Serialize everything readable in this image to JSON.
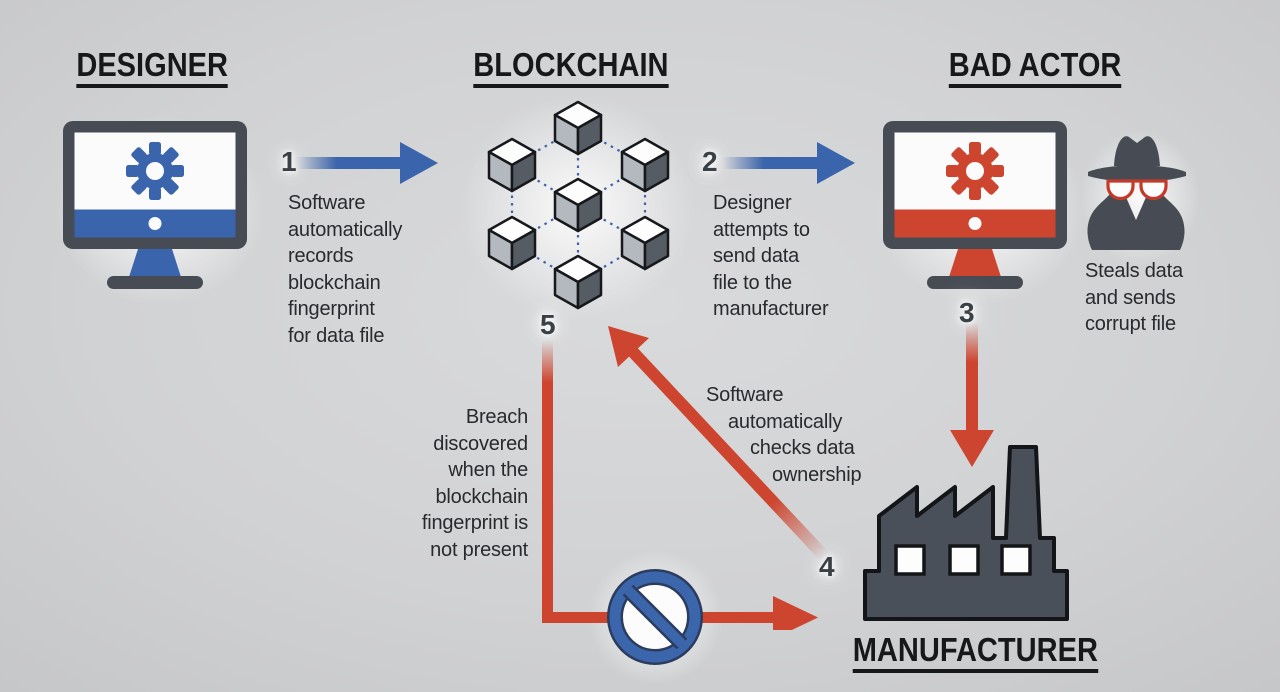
{
  "titles": {
    "designer": "DESIGNER",
    "blockchain": "BLOCKCHAIN",
    "bad_actor": "BAD ACTOR",
    "manufacturer": "MANUFACTURER"
  },
  "steps": {
    "s1": {
      "number": "1",
      "lines": [
        "Software",
        "automatically",
        "records",
        "blockchain",
        "fingerprint",
        "for data file"
      ]
    },
    "s2": {
      "number": "2",
      "lines": [
        "Designer",
        "attempts to",
        "send data",
        "file to the",
        "manufacturer"
      ]
    },
    "s3": {
      "number": "3"
    },
    "s4": {
      "number": "4",
      "lines": [
        "Software",
        "automatically",
        "checks data",
        "ownership"
      ]
    },
    "s5": {
      "number": "5",
      "lines": [
        "Breach",
        "discovered",
        "when the",
        "blockchain",
        "fingerprint is",
        "not present"
      ]
    }
  },
  "captions": {
    "bad_actor": {
      "lines": [
        "Steals data",
        "and sends",
        "corrupt file"
      ]
    }
  },
  "icons": {
    "designer": "computer-monitor-with-gear-icon",
    "blockchain": "cube-network-icon",
    "bad_actor": "computer-monitor-with-gear-icon",
    "spy": "spy-hat-glasses-icon",
    "manufacturer": "factory-icon",
    "blocked": "prohibition-sign-icon"
  },
  "colors": {
    "blue": "#3a64ab",
    "red": "#cd452f",
    "slate": "#474c54",
    "navy_outline": "#2b3c5e",
    "background": "#d1d2d4",
    "text": "#282a2e",
    "title": "#17181a",
    "white": "#fbfbfc"
  }
}
